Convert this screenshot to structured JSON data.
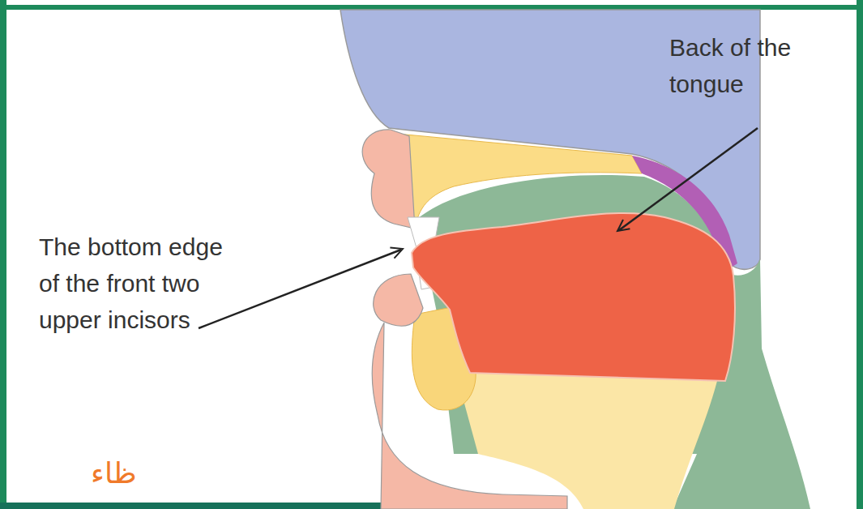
{
  "diagram": {
    "labels": [
      "Back of the tongue",
      "The bottom edge of the front two upper incisors",
      "ظاء"
    ]
  }
}
